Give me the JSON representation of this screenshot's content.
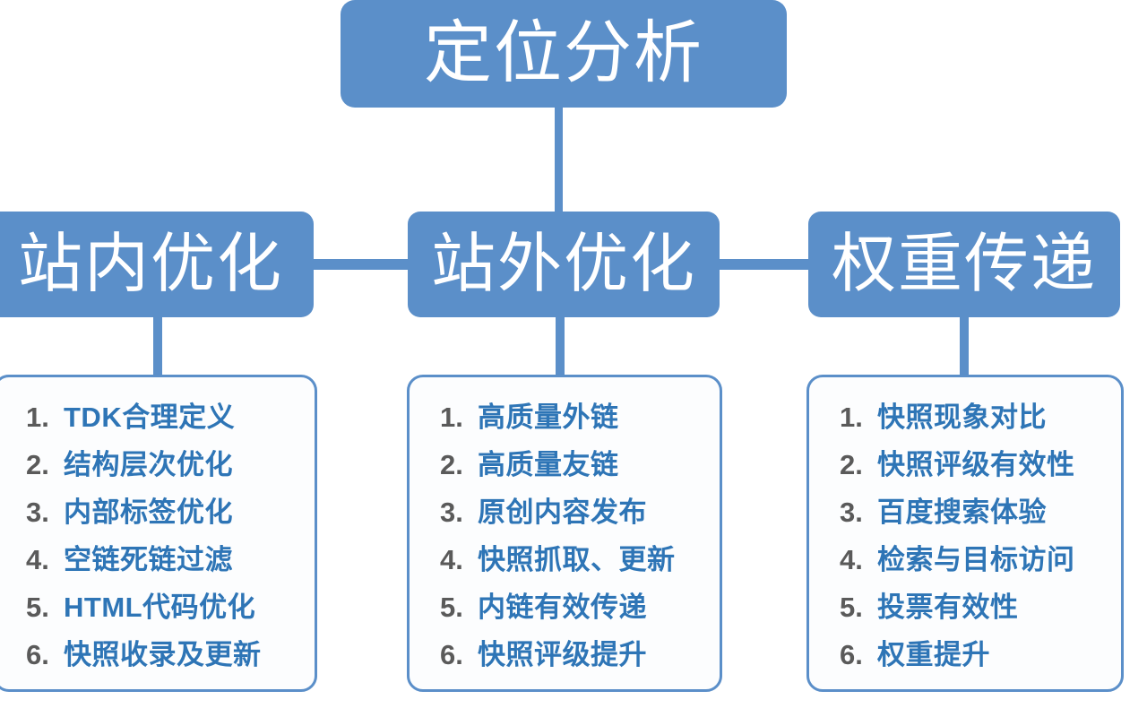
{
  "diagram": {
    "title_node": {
      "label": "定位分析"
    },
    "branches": [
      {
        "header": "站内优化",
        "items": [
          {
            "num": "1.",
            "text": "TDK合理定义"
          },
          {
            "num": "2.",
            "text": "结构层次优化"
          },
          {
            "num": "3.",
            "text": "内部标签优化"
          },
          {
            "num": "4.",
            "text": "空链死链过滤"
          },
          {
            "num": "5.",
            "text": "HTML代码优化"
          },
          {
            "num": "6.",
            "text": "快照收录及更新"
          }
        ]
      },
      {
        "header": "站外优化",
        "items": [
          {
            "num": "1.",
            "text": "高质量外链"
          },
          {
            "num": "2.",
            "text": "高质量友链"
          },
          {
            "num": "3.",
            "text": "原创内容发布"
          },
          {
            "num": "4.",
            "text": "快照抓取、更新"
          },
          {
            "num": "5.",
            "text": "内链有效传递"
          },
          {
            "num": "6.",
            "text": "快照评级提升"
          }
        ]
      },
      {
        "header": "权重传递",
        "items": [
          {
            "num": "1.",
            "text": "快照现象对比"
          },
          {
            "num": "2.",
            "text": "快照评级有效性"
          },
          {
            "num": "3.",
            "text": "百度搜索体验"
          },
          {
            "num": "4.",
            "text": "检索与目标访问"
          },
          {
            "num": "5.",
            "text": "投票有效性"
          },
          {
            "num": "6.",
            "text": "权重提升"
          }
        ]
      }
    ],
    "colors": {
      "node_fill": "#5b8fc9",
      "connector": "#5b8fc9",
      "card_border": "#5b8fc9",
      "card_background": "#fcfdfe",
      "node_label_text": "#ffffff",
      "list_number_text": "#5a5a5a",
      "list_item_text": "#2e75b6",
      "page_background": "#ffffff"
    }
  }
}
